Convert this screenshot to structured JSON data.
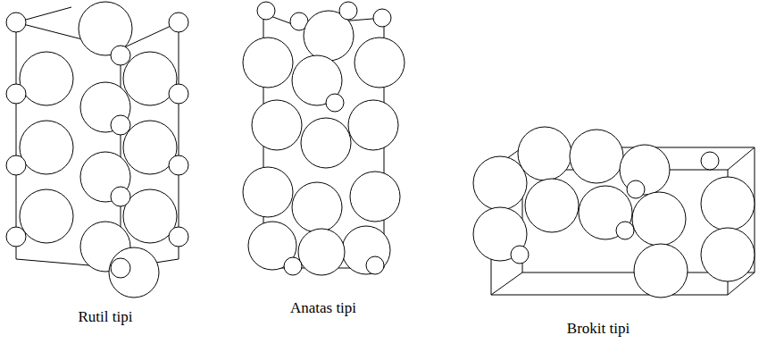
{
  "diagram": {
    "labels": [
      "Rutil tipi",
      "Anatas tipi",
      "Brokit tipi"
    ]
  }
}
